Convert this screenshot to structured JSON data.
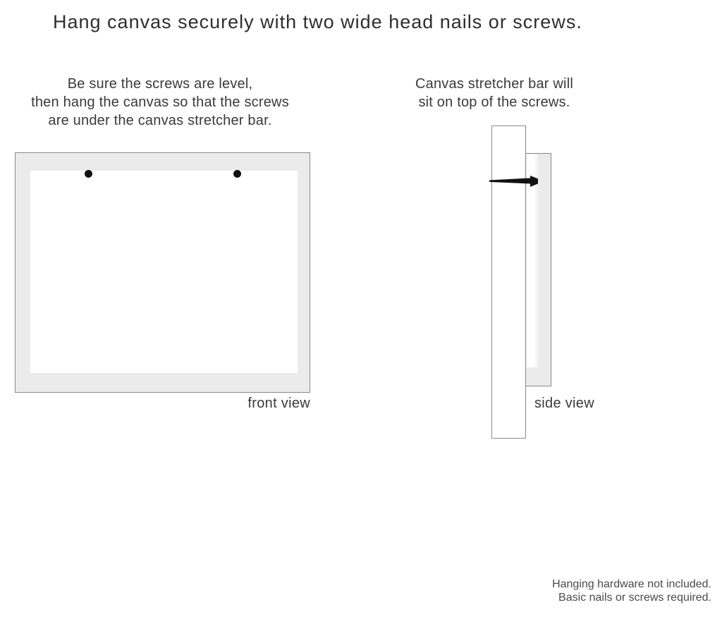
{
  "title": "Hang canvas securely with two wide head nails or screws.",
  "instructions": {
    "left": {
      "lines": [
        "Be sure the screws are level,",
        "then hang the canvas so that the screws",
        "are under the canvas stretcher bar."
      ]
    },
    "right": {
      "lines": [
        "Canvas stretcher bar will",
        "sit on top of the screws."
      ]
    }
  },
  "front_view": {
    "label": "front view",
    "nail_count": 2
  },
  "side_view": {
    "label": "side view"
  },
  "footer": {
    "lines": [
      "Hanging hardware not included.",
      "Basic nails or screws required."
    ]
  },
  "colors": {
    "canvas_edge_gray": "#ebebeb",
    "outline_gray": "#8a8a8a",
    "nail_black": "#111111",
    "title_text": "#2e2e2e",
    "body_text": "#3a3a3a"
  }
}
